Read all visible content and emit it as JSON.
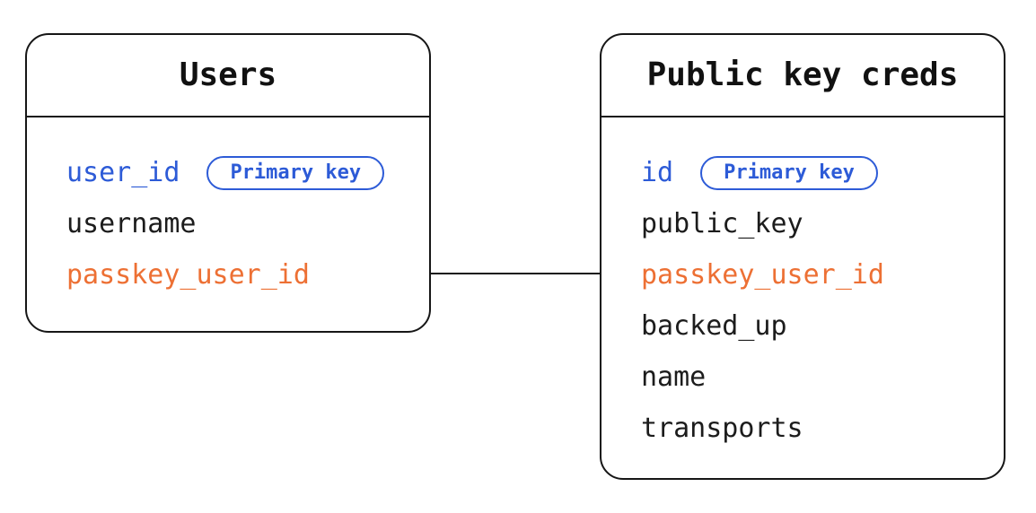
{
  "diagram": {
    "background": "#ffffff",
    "colors": {
      "ink": "#1c1c1c",
      "line": "#161616",
      "primary_key_blue": "#2d5bd7",
      "foreign_key_orange": "#ed7034"
    },
    "tables": [
      {
        "title": "Users",
        "fields": [
          {
            "name": "user_id",
            "color": "blue",
            "badge": "Primary key"
          },
          {
            "name": "username",
            "color": "black",
            "badge": null
          },
          {
            "name": "passkey_user_id",
            "color": "orange",
            "badge": null
          }
        ]
      },
      {
        "title": "Public key creds",
        "fields": [
          {
            "name": "id",
            "color": "blue",
            "badge": "Primary key"
          },
          {
            "name": "public_key",
            "color": "black",
            "badge": null
          },
          {
            "name": "passkey_user_id",
            "color": "orange",
            "badge": null
          },
          {
            "name": "backed_up",
            "color": "black",
            "badge": null
          },
          {
            "name": "name",
            "color": "black",
            "badge": null
          },
          {
            "name": "transports",
            "color": "black",
            "badge": null
          }
        ]
      }
    ],
    "relationship": {
      "from": "Users.passkey_user_id",
      "to": "Public key creds.passkey_user_id",
      "style": "straight-line"
    }
  }
}
